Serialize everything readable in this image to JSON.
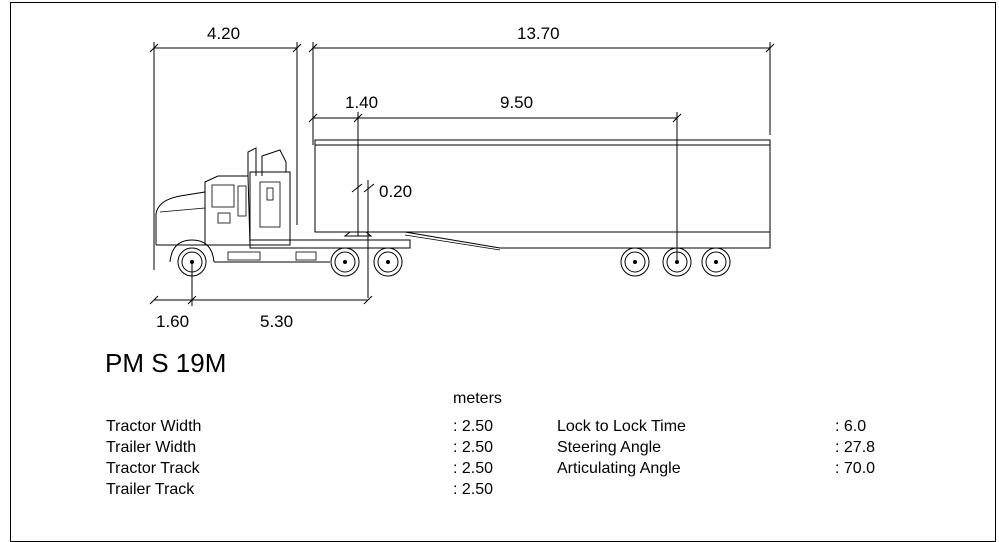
{
  "dimensions": {
    "tractor_length": "4.20",
    "overall_length": "13.70",
    "front_overhang": "1.40",
    "wheelbase_trailer": "9.50",
    "fifth_wheel_offset": "0.20",
    "tractor_front_overhang": "1.60",
    "tractor_wheelbase": "5.30"
  },
  "vehicle_name": "PM S 19M",
  "units_label": "meters",
  "specs_left": [
    {
      "label": "Tractor Width",
      "value": ": 2.50"
    },
    {
      "label": "Trailer Width",
      "value": ": 2.50"
    },
    {
      "label": "Tractor Track",
      "value": ": 2.50"
    },
    {
      "label": "Trailer Track",
      "value": ": 2.50"
    }
  ],
  "specs_right": [
    {
      "label": "Lock to Lock Time",
      "value": ": 6.0"
    },
    {
      "label": "Steering Angle",
      "value": ": 27.8"
    },
    {
      "label": "Articulating Angle",
      "value": ": 70.0"
    }
  ]
}
